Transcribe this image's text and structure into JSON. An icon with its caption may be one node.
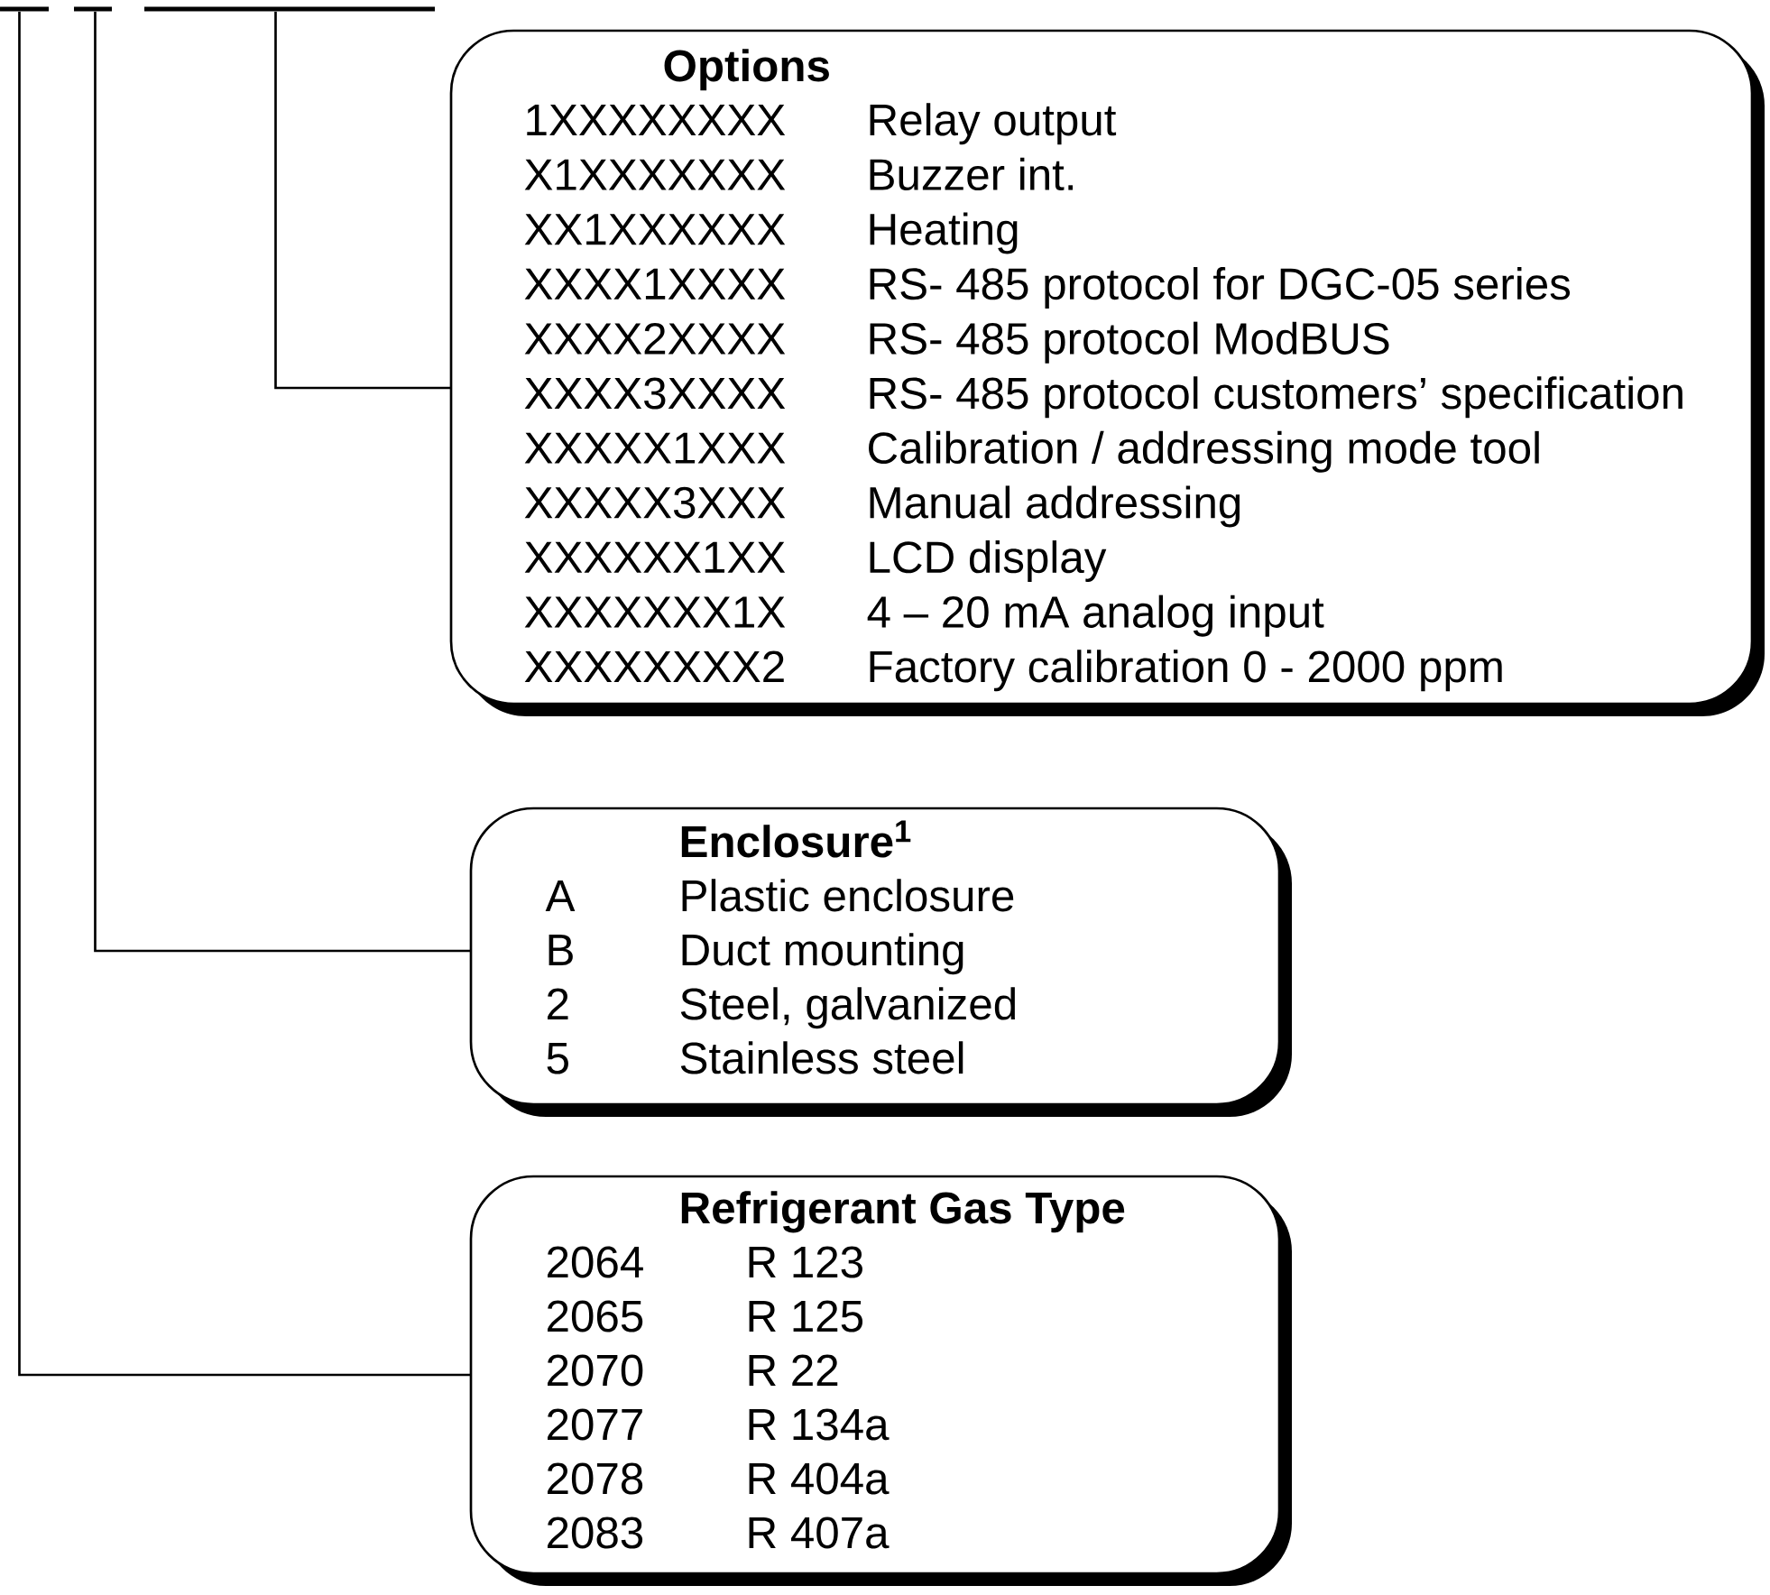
{
  "diagram": {
    "nodes": [
      {
        "text": [],
        "shape": "bar"
      },
      {
        "text": [],
        "shape": "bar"
      },
      {
        "text": [],
        "shape": "bar"
      },
      {
        "text": [
          "Options",
          "1XXXXXXXX",
          "Relay output",
          "X1XXXXXXX",
          "Buzzer int.",
          "XX1XXXXXX",
          "Heating",
          "XXXX1XXXX",
          "RS- 485 protocol for DGC-05 series",
          "XXXX2XXXX",
          "RS- 485 protocol ModBUS",
          "XXXX3XXXX",
          "RS- 485 protocol customers’ specification",
          "XXXXX1XXX",
          "Calibration / addressing mode tool",
          "XXXXX3XXX",
          "Manual addressing",
          "XXXXXX1XX",
          "LCD display",
          "XXXXXXX1X",
          "4 – 20 mA analog input",
          "XXXXXXXX2",
          "Factory calibration 0 - 2000 ppm"
        ]
      },
      {
        "text": [
          "Enclosure$^{1}$",
          "A",
          "Plastic enclosure",
          "B",
          "Duct mounting",
          "2",
          "Steel, galvanized",
          "5",
          "Stainless steel"
        ]
      },
      {
        "text": [
          "Refrigerant Gas Type",
          "2064",
          "R 123",
          "2065",
          "R 125",
          "2070",
          "R 22",
          "2077",
          "R 134a",
          "2078",
          "R 404a",
          "2083",
          "R 407a"
        ]
      }
    ],
    "edges": [
      {
        "from": 0,
        "to": 5,
        "arrow": "none"
      },
      {
        "from": 1,
        "to": 4,
        "arrow": "none"
      },
      {
        "from": 2,
        "to": 3,
        "arrow": "none"
      }
    ]
  }
}
